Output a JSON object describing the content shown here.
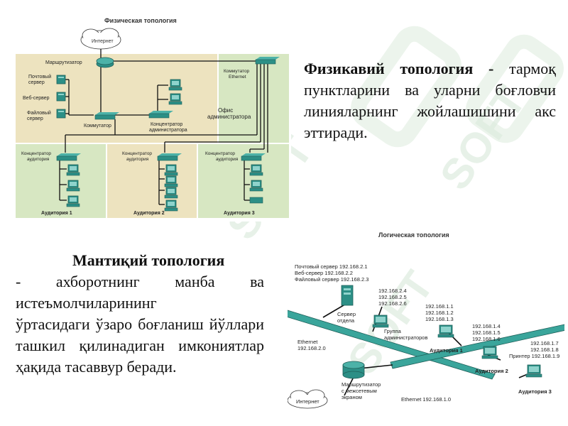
{
  "watermark": "SOFT",
  "colors": {
    "zone_bg": "#ede3bf",
    "zone_green": "#d7e7c2",
    "line": "#101010",
    "device_teal": "#2c8f86",
    "backbone_teal": "#3aa59b",
    "watermark": "#e3efe4"
  },
  "physical": {
    "title": "Физическая топология",
    "internet": "Интернет",
    "router": "Маршрутизатор",
    "mail_server": [
      "Почтовый",
      "сервер"
    ],
    "web_server": "Веб-сервер",
    "file_server": [
      "Файловый",
      "сервер"
    ],
    "switch_main": "Коммутатор",
    "switch_ethernet": [
      "Коммутатор",
      "Ethernet"
    ],
    "hub_admin": [
      "Концентратор",
      "администратора"
    ],
    "office": [
      "Офис",
      "администратора"
    ],
    "hub_aud": [
      "Концентратор",
      "аудитория"
    ],
    "aud1": "Аудитория 1",
    "aud2": "Аудитория 2",
    "aud3": "Аудитория 3"
  },
  "logical": {
    "title": "Логическая топология",
    "servers": [
      "Почтовый сервер 192.168.2.1",
      "Веб-сервер 192.168.2.2",
      "Файловый сервер 192.168.2.3"
    ],
    "server_group": [
      "Сервер",
      "отдела"
    ],
    "admin_ips": [
      "192.168.2.4",
      "192.168.2.5",
      "192.168.2.6"
    ],
    "admin_group": [
      "Группа",
      "администраторов"
    ],
    "aud1_ips": [
      "192.168.1.1",
      "192.168.1.2",
      "192.168.1.3"
    ],
    "aud1": "Аудитория 1",
    "aud2_ips": [
      "192.168.1.4",
      "192.168.1.5",
      "192.168.1.6"
    ],
    "aud2": "Аудитория 2",
    "aud3_ips": [
      "192.168.1.7",
      "192.168.1.8",
      "Принтер 192.168.1.9"
    ],
    "aud3": "Аудитория 3",
    "ethernet2": [
      "Ethernet",
      "192.168.2.0"
    ],
    "router": [
      "Маршрутизатор",
      "с межсетевым",
      "экраном"
    ],
    "ethernet1": "Ethernet 192.168.1.0",
    "internet": "Интернет"
  },
  "text1": {
    "term": "Физикавий топология -",
    "body": "тармоқ пунктларини ва уларни боғловчи линияларнинг жойлашишини акс эттиради."
  },
  "text2": {
    "term": "Мантиқий топология",
    "body1": "- ахборотнинг манба ва истеъмолчиларининг",
    "body2": "ўртасидаги ўзаро боғланиш йўллари ташкил қилинадиган имкониятлар ҳақида тасаввур беради."
  }
}
